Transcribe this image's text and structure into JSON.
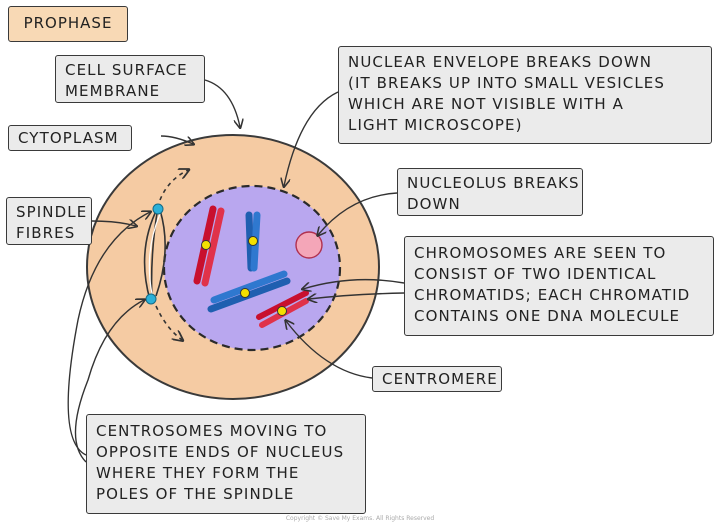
{
  "title": "PROPHASE",
  "labels": {
    "cell_surface_membrane": [
      "CELL SURFACE",
      "MEMBRANE"
    ],
    "cytoplasm": [
      "CYTOPLASM"
    ],
    "spindle_fibres": [
      "SPINDLE",
      "FIBRES"
    ],
    "nuclear_envelope": [
      "NUCLEAR ENVELOPE BREAKS DOWN",
      "(IT BREAKS UP INTO SMALL VESICLES",
      "WHICH ARE NOT VISIBLE WITH A",
      "LIGHT MICROSCOPE)"
    ],
    "nucleolus": [
      "NUCLEOLUS BREAKS",
      "DOWN"
    ],
    "chromosomes": [
      "CHROMOSOMES ARE SEEN TO",
      "CONSIST OF TWO IDENTICAL",
      "CHROMATIDS; EACH CHROMATID",
      "CONTAINS ONE DNA MOLECULE"
    ],
    "centromere": [
      "CENTROMERE"
    ],
    "centrosomes": [
      "CENTROSOMES MOVING TO",
      "OPPOSITE ENDS OF NUCLEUS",
      "WHERE THEY FORM THE",
      "POLES OF THE SPINDLE"
    ]
  },
  "copyright": "Copyright © Save My Exams. All Rights Reserved",
  "colors": {
    "cytoplasm": "#f5cba3",
    "nucleus": "#b9a7ef",
    "nucleolus": "#f4a6b8",
    "chromosome_red": "#c8102e",
    "chromosome_blue": "#1f5fb0",
    "centromere": "#f4e000",
    "centrosome": "#2bb0d8",
    "label_bg": "#ebebeb",
    "title_bg": "#f8d9b5"
  }
}
